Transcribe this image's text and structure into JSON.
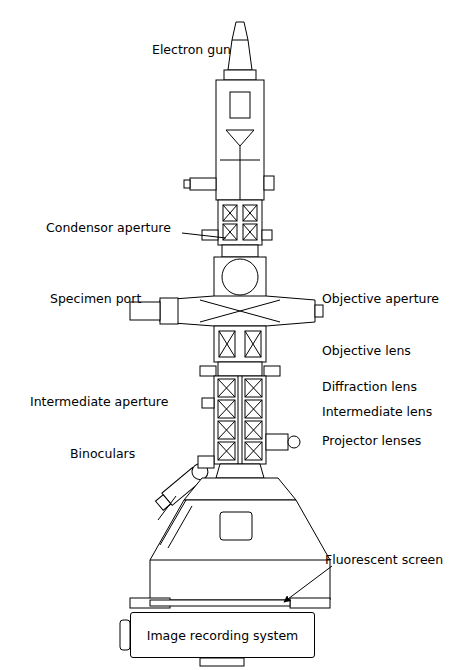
{
  "diagram": {
    "nodes": [
      {
        "text": [
          "Image recording system"
        ]
      }
    ],
    "labels": [
      "Electron gun",
      "Condensor aperture",
      "Specimen port",
      "Objective aperture",
      "Objective lens",
      "Diffraction lens",
      "Intermediate aperture",
      "Intermediate lens",
      "Projector lenses",
      "Binoculars",
      "Fluorescent screen"
    ]
  }
}
